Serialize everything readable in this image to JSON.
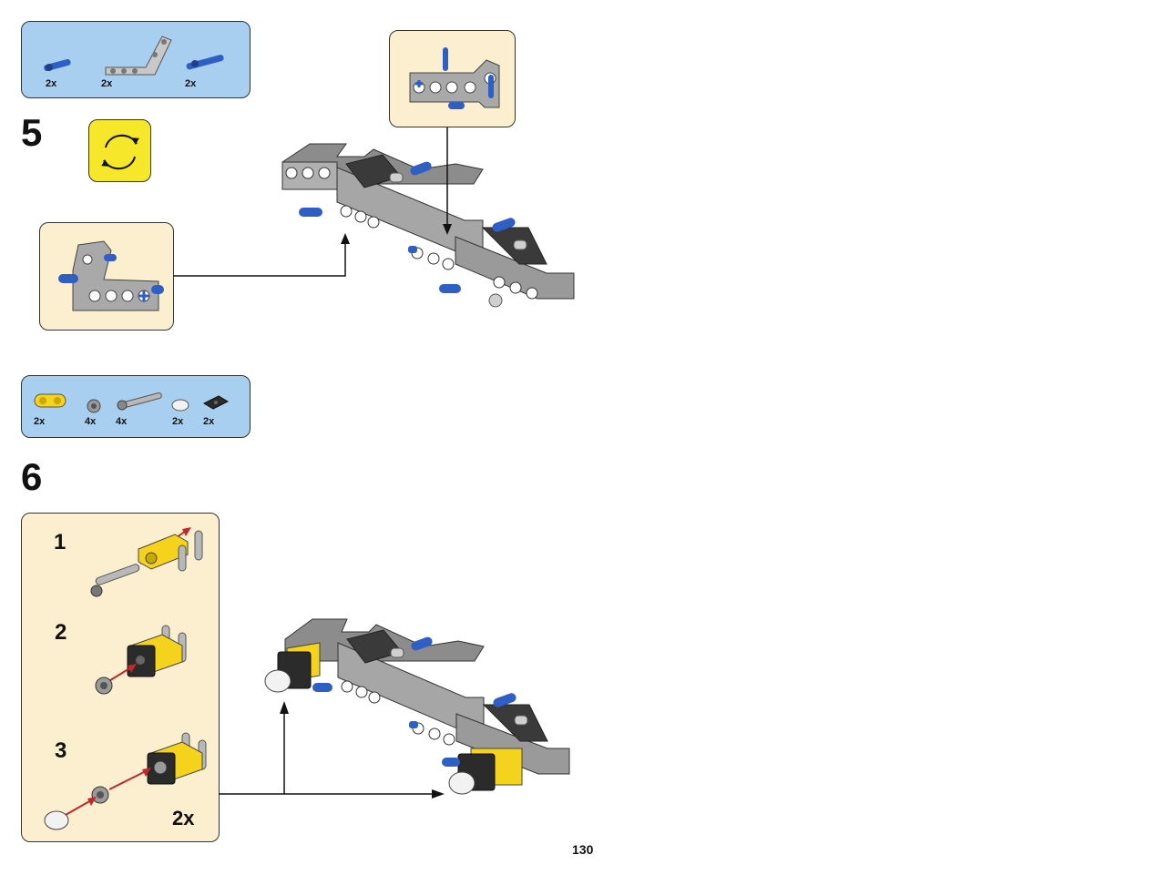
{
  "page_number": "130",
  "steps": [
    {
      "number": "5",
      "parts": [
        {
          "qty": "2x",
          "icon": "blue-axle-pin-icon"
        },
        {
          "qty": "2x",
          "icon": "gray-bent-beam-icon"
        },
        {
          "qty": "2x",
          "icon": "blue-long-pin-icon"
        }
      ],
      "rotate_icon": "rotate-model-icon"
    },
    {
      "number": "6",
      "parts": [
        {
          "qty": "2x",
          "icon": "yellow-connector-icon"
        },
        {
          "qty": "4x",
          "icon": "gray-bush-icon"
        },
        {
          "qty": "4x",
          "icon": "gray-axle-icon"
        },
        {
          "qty": "2x",
          "icon": "white-round-tile-icon"
        },
        {
          "qty": "2x",
          "icon": "black-plate-icon"
        }
      ],
      "substeps": [
        "1",
        "2",
        "3"
      ],
      "multiplier": "2x"
    }
  ],
  "colors": {
    "parts_box": "#a9cff0",
    "callout": "#fcefd0",
    "rotate_box": "#f6e72a",
    "lego_blue": "#2f5fc4",
    "lego_gray": "#9a9a9a",
    "lego_dark": "#3a3a3a",
    "lego_yellow": "#f5d21b",
    "arrow_red": "#c0282a"
  }
}
